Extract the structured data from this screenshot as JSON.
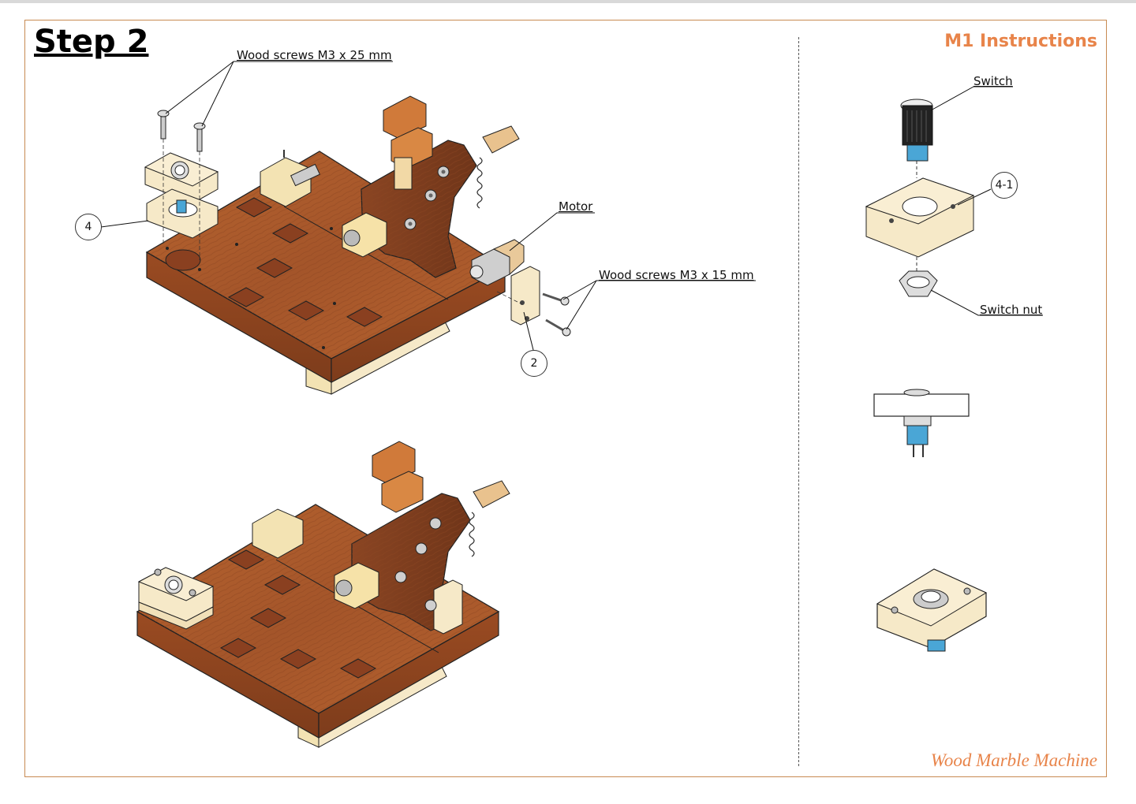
{
  "page": {
    "step_title": "Step 2",
    "header_right": "M1 Instructions",
    "footer_brand": "Wood Marble Machine"
  },
  "labels": {
    "screws_25": "Wood screws M3 x 25 mm",
    "motor": "Motor",
    "screws_15": "Wood screws M3 x 15 mm",
    "switch": "Switch",
    "switch_nut": "Switch nut"
  },
  "callouts": {
    "part_4": "4",
    "part_2": "2",
    "part_4_1": "4-1"
  },
  "colors": {
    "border": "#c88a52",
    "accent": "#e8844a",
    "wood_dark": "#a4552a",
    "wood_light": "#f6e9c8"
  }
}
